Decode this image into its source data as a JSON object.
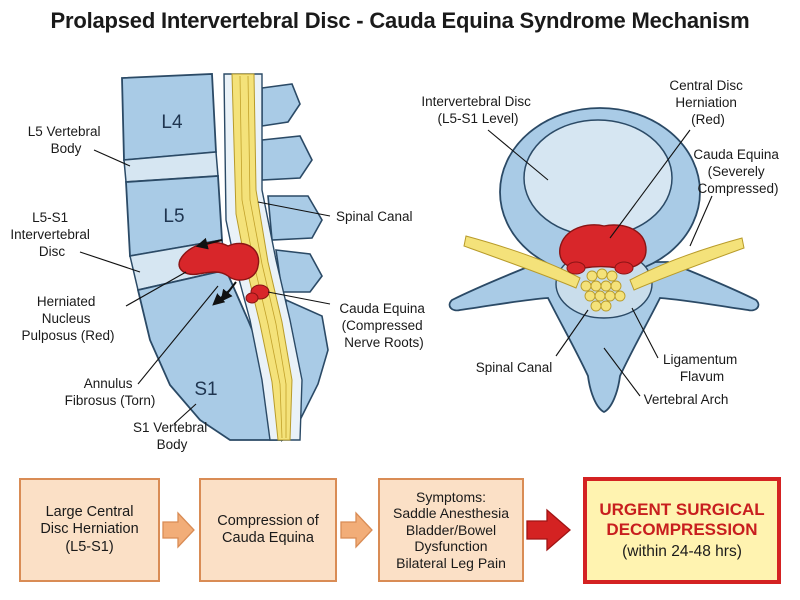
{
  "title": "Prolapsed Intervertebral Disc - Cauda Equina Syndrome Mechanism",
  "sagittal": {
    "vertebrae": {
      "l4": "L4",
      "l5": "L5",
      "s1": "S1"
    },
    "labels": {
      "l5_body": [
        "L5 Vertebral",
        "Body"
      ],
      "l5s1_disc": [
        "L5-S1",
        "Intervertebral",
        "Disc"
      ],
      "herniated_nucleus": [
        "Herniated",
        "Nucleus",
        "Pulposus (Red)"
      ],
      "annulus": [
        "Annulus",
        "Fibrosus (Torn)"
      ],
      "s1_body": [
        "S1 Vertebral",
        "Body"
      ],
      "spinal_canal": "Spinal Canal",
      "cauda_equina": [
        "Cauda Equina",
        "(Compressed",
        "Nerve Roots)"
      ]
    }
  },
  "axial": {
    "labels": {
      "disc": [
        "Intervertebral Disc",
        "(L5-S1 Level)"
      ],
      "herniation": [
        "Central Disc",
        "Herniation",
        "(Red)"
      ],
      "cauda": [
        "Cauda Equina",
        "(Severely",
        "Compressed)"
      ],
      "canal": "Spinal Canal",
      "ligamentum": [
        "Ligamentum",
        "Flavum"
      ],
      "arch": "Vertebral Arch"
    }
  },
  "flow": {
    "step1": [
      "Large Central",
      "Disc Herniation",
      "(L5-S1)"
    ],
    "step2": [
      "Compression of",
      "Cauda Equina"
    ],
    "step3": [
      "Symptoms:",
      "Saddle Anesthesia",
      "Bladder/Bowel",
      "Dysfunction",
      "Bilateral Leg Pain"
    ],
    "urgent_title": [
      "URGENT SURGICAL",
      "DECOMPRESSION"
    ],
    "urgent_sub": "(within 24-48 hrs)"
  },
  "colors": {
    "bone": "#a9cbe6",
    "bone_stroke": "#2b4a66",
    "disc": "#d6e6f2",
    "nerve": "#f4e27a",
    "herniation": "#d8262a",
    "box_fill": "#fbe0c6",
    "box_border": "#d98c55",
    "arrow": "#f2ad78",
    "urgent_border": "#d42222",
    "urgent_fill": "#fff3b0"
  }
}
